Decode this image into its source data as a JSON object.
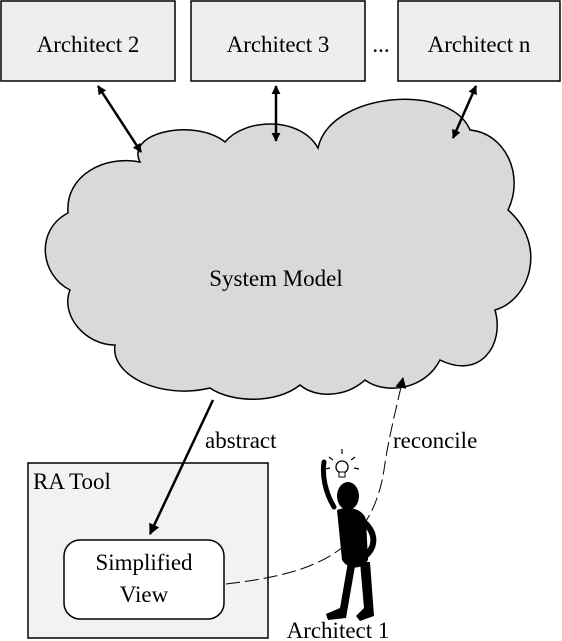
{
  "architects": {
    "a2": "Architect 2",
    "a3": "Architect 3",
    "ellipsis": "...",
    "an": "Architect n",
    "a1": "Architect 1"
  },
  "cloud": {
    "label": "System Model"
  },
  "tool": {
    "title": "RA Tool",
    "view_line1": "Simplified",
    "view_line2": "View"
  },
  "edges": {
    "abstract": "abstract",
    "reconcile": "reconcile"
  },
  "colors": {
    "box_fill": "#eeeeee",
    "cloud_fill": "#d9d9d9",
    "tool_fill": "#f2f2f2",
    "stroke": "#000000"
  }
}
